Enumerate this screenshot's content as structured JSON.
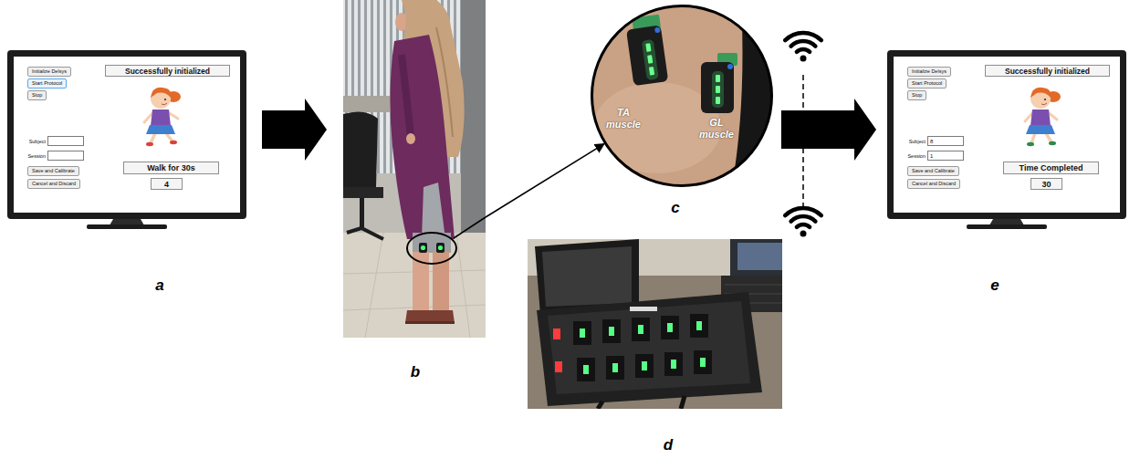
{
  "diagram": {
    "nodes": [
      {
        "text": [
          "a"
        ]
      },
      {
        "text": [
          "Initialize Delsys"
        ],
        "in": 0
      },
      {
        "text": [
          "Start Protocol"
        ],
        "in": 0
      },
      {
        "text": [
          "Stop"
        ],
        "in": 0
      },
      {
        "text": [
          "Successfully initialized"
        ],
        "in": 0
      },
      {
        "text": [
          "Subject"
        ],
        "in": 0
      },
      {
        "text": [
          "Session"
        ],
        "in": 0
      },
      {
        "text": [
          "Save and Calibrate"
        ],
        "in": 0
      },
      {
        "text": [
          "Cancel and Discard"
        ],
        "in": 0
      },
      {
        "text": [
          "Walk for 30s"
        ],
        "in": 0
      },
      {
        "text": [
          "4"
        ],
        "in": 0
      },
      {
        "text": [
          "b"
        ]
      },
      {
        "text": [
          "c"
        ]
      },
      {
        "text": [
          "d"
        ]
      },
      {
        "text": [
          "e"
        ]
      },
      {
        "text": [
          "Initialize Delsys"
        ],
        "in": 14
      },
      {
        "text": [
          "Start Protocol"
        ],
        "in": 14
      },
      {
        "text": [
          "Stop"
        ],
        "in": 14
      },
      {
        "text": [
          "Successfully initialized"
        ],
        "in": 14
      },
      {
        "text": [
          "Subject",
          "8"
        ],
        "in": 14
      },
      {
        "text": [
          "Session",
          "1"
        ],
        "in": 14
      },
      {
        "text": [
          "Save and Calibrate"
        ],
        "in": 14
      },
      {
        "text": [
          "Cancel and Discard"
        ],
        "in": 14
      },
      {
        "text": [
          "Time Completed"
        ],
        "in": 14
      },
      {
        "text": [
          "30"
        ],
        "in": 14
      }
    ],
    "edges": [
      {
        "from": 0,
        "to": 11,
        "arrow": "to"
      },
      {
        "from": 11,
        "to": 12,
        "arrow": "to"
      },
      {
        "from": 12,
        "to": 14,
        "arrow": "to"
      }
    ],
    "labels": [
      "TA muscle",
      "GL muscle"
    ]
  }
}
